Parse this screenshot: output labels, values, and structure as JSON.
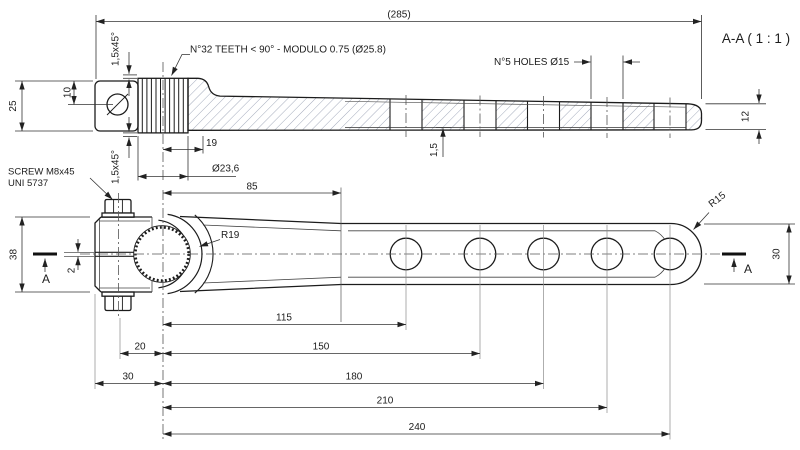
{
  "drawing": {
    "section_title": "A-A ( 1 : 1 )",
    "section_letter": "A",
    "notes": {
      "teeth": "N°32 TEETH < 90° - MODULO 0.75 (Ø25.8)",
      "holes": "N°5 HOLES Ø15",
      "screw1": "SCREW M8x45",
      "screw2": "UNI 5737"
    },
    "dims": {
      "overall_length": "(285)",
      "tab_height": "25",
      "hole_offset": "10",
      "chamfer_top": "1,5x45°",
      "chamfer_bottom": "1,5x45°",
      "spline_length": "19",
      "spline_diameter": "Ø23,6",
      "arm_thickness": "12",
      "web_thickness": "1,5",
      "hub_taper_length": "85",
      "clamp_width": "38",
      "slit_gap": "2",
      "hub_radius": "R19",
      "end_radius": "R15",
      "arm_width": "30",
      "hole1_pos": "115",
      "screw_offset": "20",
      "hole2_pos": "150",
      "clamp_offset": "30",
      "hole3_pos": "180",
      "hole4_pos": "210",
      "hole5_pos": "240"
    },
    "colors": {
      "outline": "#1c1c1c",
      "dimension": "#333333",
      "hatch": "#9aa2b4",
      "centerline": "#555555"
    }
  }
}
